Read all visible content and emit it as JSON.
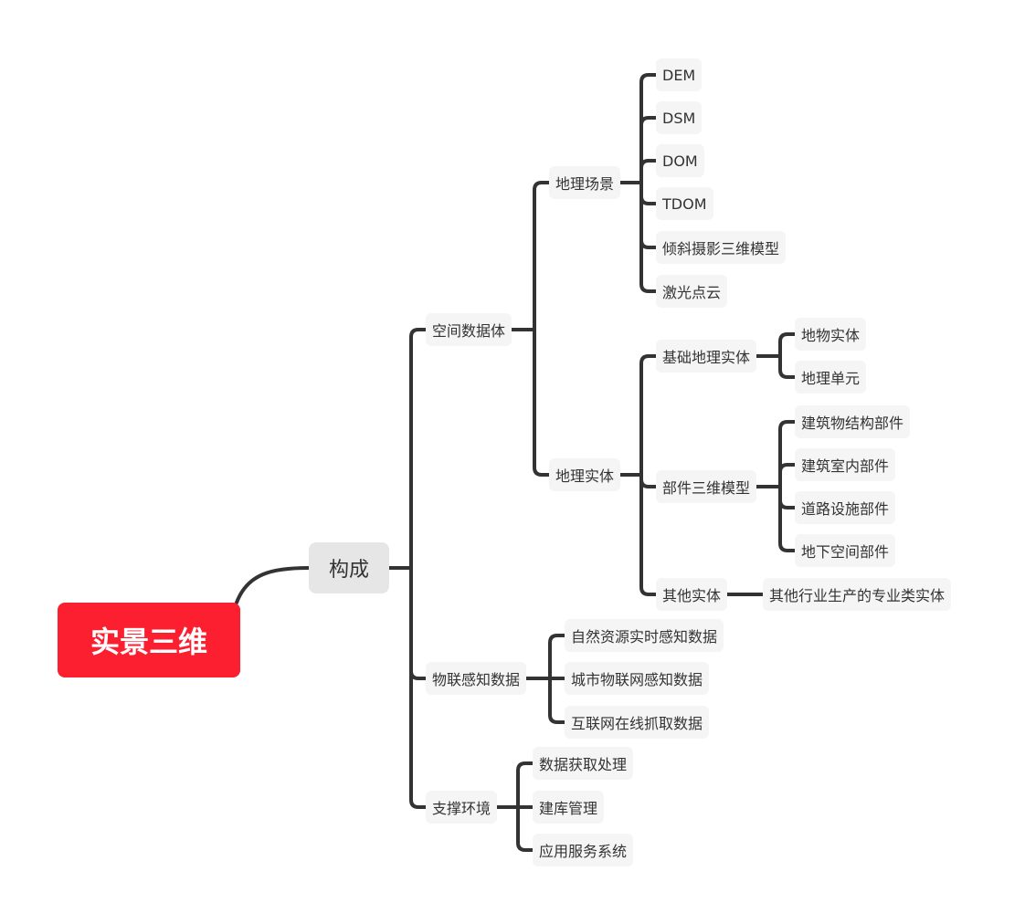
{
  "colors": {
    "root_bg": "#fc1f2f",
    "root_text": "#ffffff",
    "main_bg": "#e6e6e6",
    "leaf_bg": "#f5f5f5",
    "line": "#333333",
    "text": "#333333"
  },
  "root": "实景三维",
  "main": "构成",
  "n1": "空间数据体",
  "n1_1": "地理场景",
  "n1_1_1": "DEM",
  "n1_1_2": "DSM",
  "n1_1_3": "DOM",
  "n1_1_4": "TDOM",
  "n1_1_5": "倾斜摄影三维模型",
  "n1_1_6": "激光点云",
  "n1_2": "地理实体",
  "n1_2_1": "基础地理实体",
  "n1_2_1_1": "地物实体",
  "n1_2_1_2": "地理单元",
  "n1_2_2": "部件三维模型",
  "n1_2_2_1": "建筑物结构部件",
  "n1_2_2_2": "建筑室内部件",
  "n1_2_2_3": "道路设施部件",
  "n1_2_2_4": "地下空间部件",
  "n1_2_3": "其他实体",
  "n1_2_3_1": "其他行业生产的专业类实体",
  "n2": "物联感知数据",
  "n2_1": "自然资源实时感知数据",
  "n2_2": "城市物联网感知数据",
  "n2_3": "互联网在线抓取数据",
  "n3": "支撑环境",
  "n3_1": "数据获取处理",
  "n3_2": "建库管理",
  "n3_3": "应用服务系统"
}
